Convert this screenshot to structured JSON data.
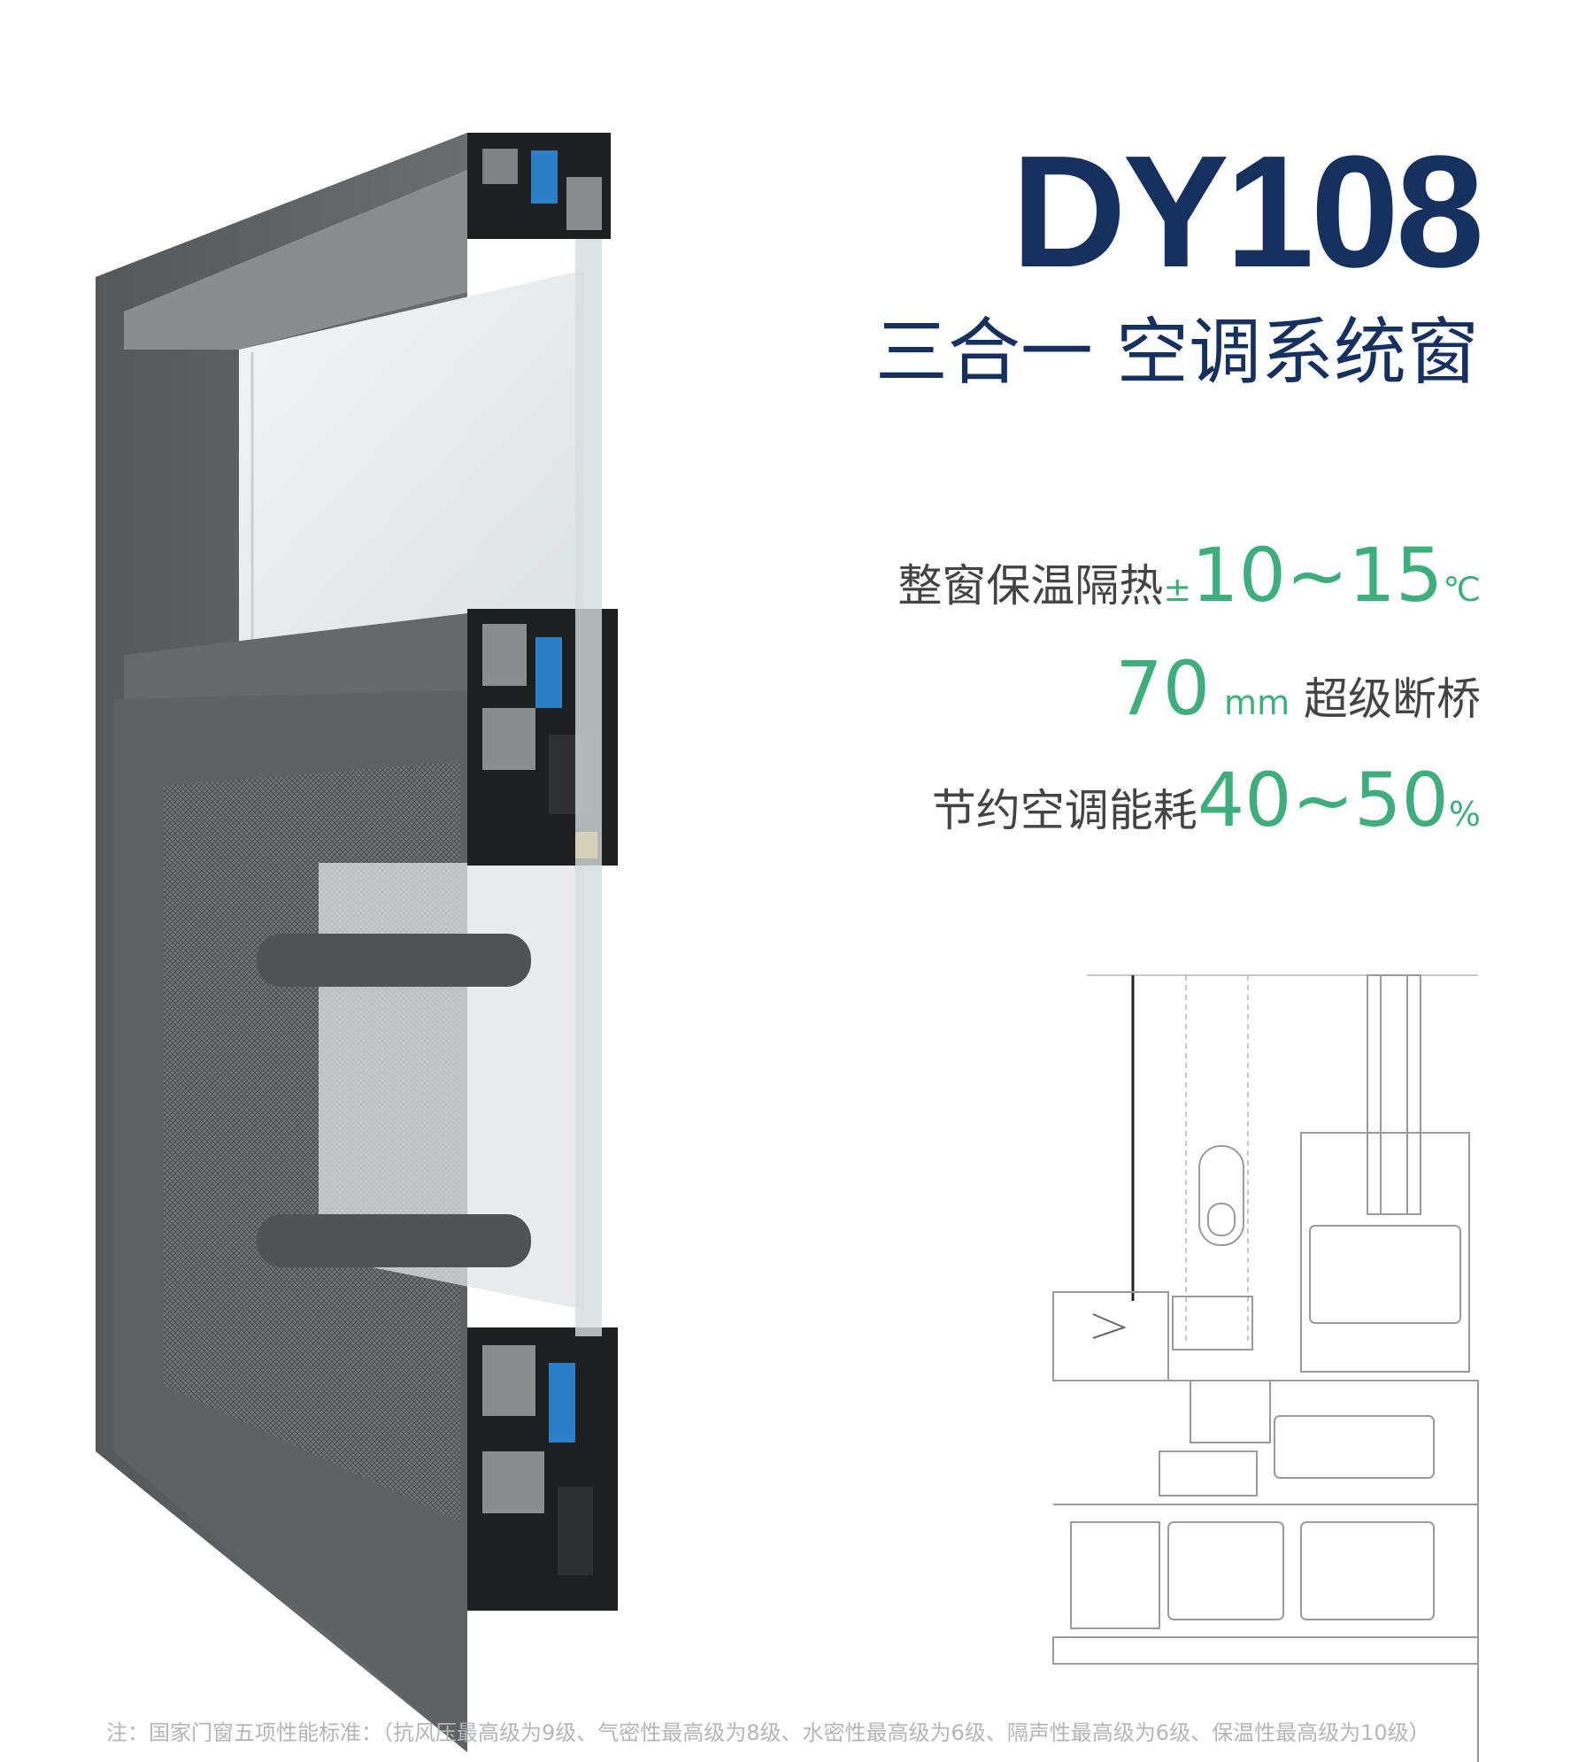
{
  "product": {
    "model": "DY108",
    "subtitle": "三合一 空调系统窗"
  },
  "specs": [
    {
      "label": "整窗保温隔热",
      "prefix": "±",
      "value": "10~15",
      "unit": "℃"
    },
    {
      "value": "70",
      "unit": "mm",
      "label": "超级断桥"
    },
    {
      "label": "节约空调能耗",
      "value": "40~50",
      "unit": "%"
    }
  ],
  "footnote": "注：国家门窗五项性能标准：（抗风压最高级为9级、气密性最高级为8级、水密性最高级为6级、隔声性最高级为6级、保温性最高级为10级）",
  "colors": {
    "title": "#16305f",
    "accent": "#3fae7c",
    "frame": "#5a5c5e",
    "drawing_line": "#9a9a9a"
  }
}
